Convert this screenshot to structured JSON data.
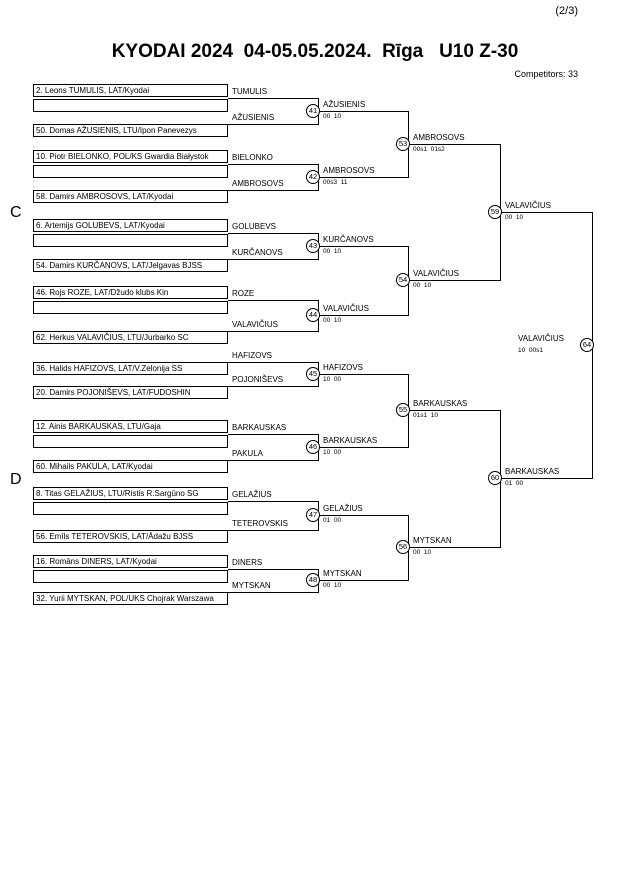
{
  "page": {
    "page_number": "(2/3)",
    "title": "KYODAI 2024  04-05.05.2024.  Rīga   U10 Z-30",
    "competitors_label": "Competitors: 33"
  },
  "pools": {
    "c": "C",
    "d": "D"
  },
  "boxes": [
    "2. Leons TUMULIS, LAT/Kyodai",
    "",
    "50. Domas AŽUSIENIS, LTU/Ipon Panevezys",
    "10. Piotr BIELONKO, POL/KS Gwardia Białystok",
    "",
    "58. Damirs AMBROSOVS, LAT/Kyodai",
    "6. Artemijs GOLUBEVS, LAT/Kyodai",
    "",
    "54. Damirs KURČANOVS, LAT/Jelgavas BJSS",
    "46. Rojs ROZE, LAT/Džudo klubs Kin",
    "",
    "62. Herkus VALAVIČIUS, LTU/Jurbarko SC",
    "36. Halids HAFIZOVS, LAT/V.Zelonija SS",
    "20. Damirs POJONIŠEVS, LAT/FUDOSHIN",
    "12. Ainis BARKAUSKAS, LTU/Gaja",
    "",
    "60. Mihails PAKULA, LAT/Kyodai",
    "8. Titas GELAŽIUS, LTU/Ristis R.Sargūno SG",
    "",
    "56. Emīls TETEROVSKIS, LAT/Ādažu BJSS",
    "16. Romāns DINERS, LAT/Kyodai",
    "",
    "32. Yurii MYTSKAN, POL/UKS Chojrak Warszawa"
  ],
  "round1": [
    "TUMULIS",
    "AŽUSIENIS",
    "BIELONKO",
    "AMBROSOVS",
    "GOLUBEVS",
    "KURČANOVS",
    "ROZE",
    "VALAVIČIUS",
    "HAFIZOVS",
    "POJONIŠEVS",
    "BARKAUSKAS",
    "PAKULA",
    "GELAŽIUS",
    "TETEROVSKIS",
    "DINERS",
    "MYTSKAN"
  ],
  "matches": {
    "m41": {
      "no": "41",
      "winner": "AŽUSIENIS",
      "score": "00  10"
    },
    "m42": {
      "no": "42",
      "winner": "AMBROSOVS",
      "score": "00s3  11"
    },
    "m43": {
      "no": "43",
      "winner": "KURČANOVS",
      "score": "00  10"
    },
    "m44": {
      "no": "44",
      "winner": "VALAVIČIUS",
      "score": "00  10"
    },
    "m45": {
      "no": "45",
      "winner": "HAFIZOVS",
      "score": "10  00"
    },
    "m46": {
      "no": "46",
      "winner": "BARKAUSKAS",
      "score": "10  00"
    },
    "m47": {
      "no": "47",
      "winner": "GELAŽIUS",
      "score": "01  00"
    },
    "m48": {
      "no": "48",
      "winner": "MYTSKAN",
      "score": "00  10"
    },
    "m53": {
      "no": "53",
      "winner": "AMBROSOVS",
      "score": "00s1  01s2"
    },
    "m54": {
      "no": "54",
      "winner": "VALAVIČIUS",
      "score": "00  10"
    },
    "m55": {
      "no": "55",
      "winner": "BARKAUSKAS",
      "score": "01s1  10"
    },
    "m56": {
      "no": "56",
      "winner": "MYTSKAN",
      "score": "00  10"
    },
    "m59": {
      "no": "59",
      "winner": "VALAVIČIUS",
      "score": "00  10"
    },
    "m60": {
      "no": "60",
      "winner": "BARKAUSKAS",
      "score": "01  00"
    },
    "m64": {
      "no": "64",
      "winner": "VALAVIČIUS",
      "score": "10  00s1"
    }
  }
}
